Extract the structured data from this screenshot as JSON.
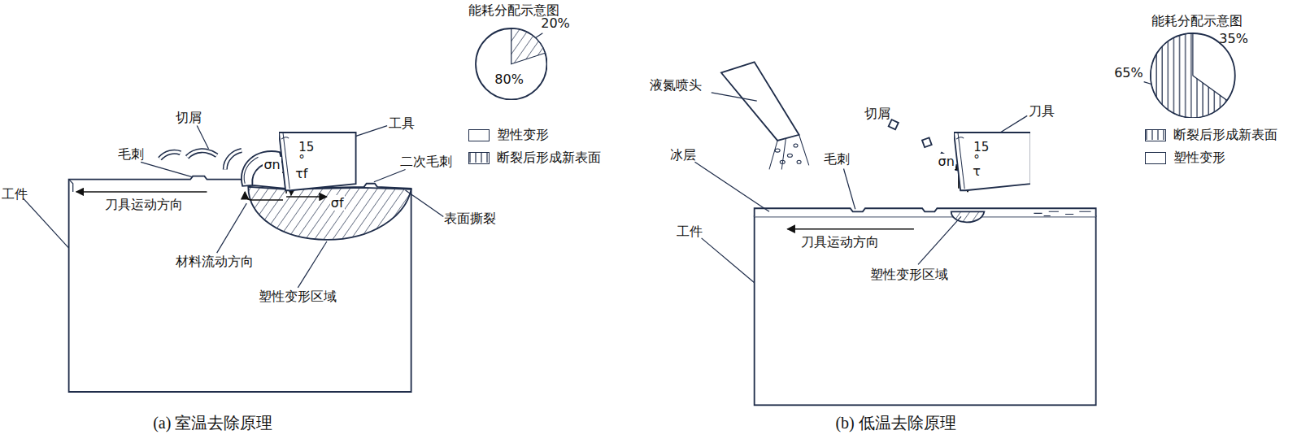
{
  "diagram": {
    "nodes": [
      {
        "text": [
          "能耗分配示意图",
          "20%",
          "80%"
        ]
      },
      {
        "text": [
          "15 °"
        ]
      },
      {
        "text": [
          "能耗分配示意图",
          "35%",
          "65%"
        ]
      },
      {
        "text": [
          "15 °"
        ]
      }
    ],
    "labels": [
      "切屑",
      "毛刺",
      "工件",
      "刀具运动方向",
      "材料流动方向",
      "塑性变形区域",
      "工具",
      "二次毛刺",
      "表面撕裂",
      "σn",
      "τf",
      "σf",
      "(a)  室温去除原理",
      "液氮喷头",
      "切屑",
      "刀具",
      "毛刺",
      "冰层",
      "工件",
      "刀具运动方向",
      "塑性变形区域",
      "σn",
      "τ",
      "(b)  低温去除原理"
    ],
    "legend": [
      {
        "text": "塑性变形",
        "color": "#ffffff"
      },
      {
        "text": "断裂后形成新表面"
      },
      {
        "text": "断裂后形成新表面"
      },
      {
        "text": "塑性变形",
        "color": "#ffffff"
      }
    ]
  }
}
